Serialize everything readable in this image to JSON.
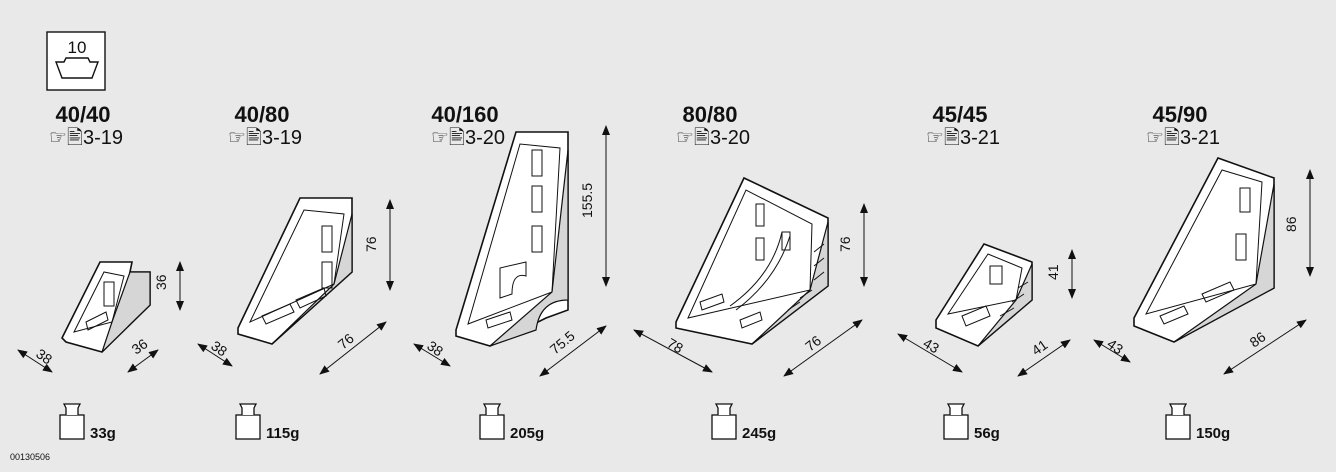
{
  "profile_badge": "10",
  "drawing_code": "00130506",
  "ref_symbols": "☞🖹",
  "items": [
    {
      "title": "40/40",
      "ref": "3-19",
      "weight": "33g",
      "dims": [
        "38",
        "36",
        "36"
      ]
    },
    {
      "title": "40/80",
      "ref": "3-19",
      "weight": "115g",
      "dims": [
        "38",
        "76",
        "76"
      ]
    },
    {
      "title": "40/160",
      "ref": "3-20",
      "weight": "205g",
      "dims": [
        "38",
        "75.5",
        "155.5"
      ]
    },
    {
      "title": "80/80",
      "ref": "3-20",
      "weight": "245g",
      "dims": [
        "78",
        "76",
        "76"
      ]
    },
    {
      "title": "45/45",
      "ref": "3-21",
      "weight": "56g",
      "dims": [
        "43",
        "41",
        "41"
      ]
    },
    {
      "title": "45/90",
      "ref": "3-21",
      "weight": "150g",
      "dims": [
        "43",
        "86",
        "86"
      ]
    }
  ]
}
